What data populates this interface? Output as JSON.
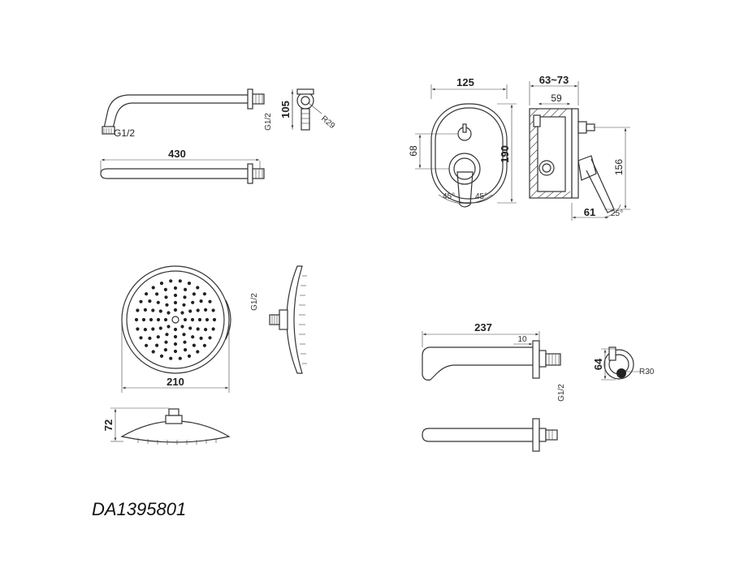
{
  "product_code": "DA1395801",
  "arm": {
    "length_label": "430",
    "height_label": "105",
    "thread_label": "G1/2",
    "thread_label_side": "G1/2",
    "radius_label": "R29"
  },
  "mixer": {
    "width_label": "125",
    "height_label": "190",
    "inner_label": "68",
    "angle_left": "45°",
    "angle_right": "45°",
    "depth_range_label": "63~73",
    "depth_inner_label": "59",
    "side_height_label": "156",
    "handle_offset_label": "61",
    "handle_angle_label": "25°"
  },
  "head": {
    "diameter_label": "210",
    "height_label": "72",
    "thread_label": "G1/2"
  },
  "spout": {
    "length_label": "237",
    "flange_label": "10",
    "thread_label": "G1/2",
    "height_label": "64",
    "radius_label": "R30"
  }
}
